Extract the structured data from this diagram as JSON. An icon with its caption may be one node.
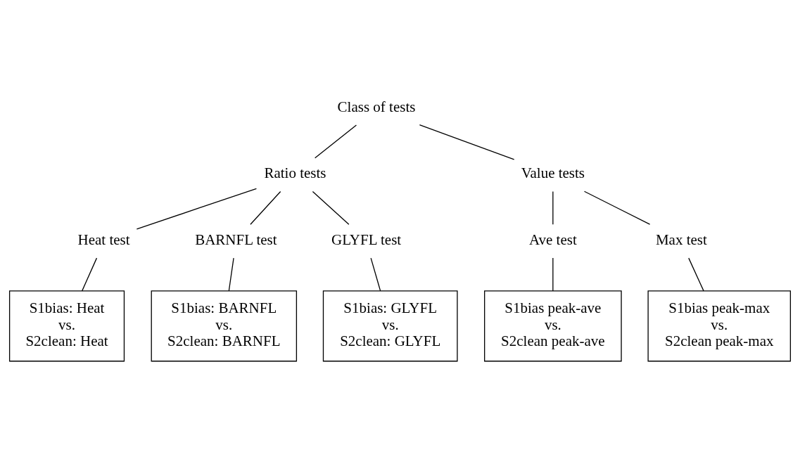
{
  "diagram": {
    "nodes": [
      {
        "text": [
          "Class of tests"
        ]
      },
      {
        "text": [
          "Ratio tests"
        ]
      },
      {
        "text": [
          "Value tests"
        ]
      },
      {
        "text": [
          "Heat test"
        ]
      },
      {
        "text": [
          "BARNFL test"
        ]
      },
      {
        "text": [
          "GLYFL test"
        ]
      },
      {
        "text": [
          "Ave test"
        ]
      },
      {
        "text": [
          "Max test"
        ]
      },
      {
        "text": [
          "S1bias: Heat vs. S2clean: Heat"
        ]
      },
      {
        "text": [
          "S1bias: BARNFL vs. S2clean: BARNFL"
        ]
      },
      {
        "text": [
          "S1bias: GLYFL vs. S2clean: GLYFL"
        ]
      },
      {
        "text": [
          "S1bias peak-ave vs. S2clean peak-ave"
        ]
      },
      {
        "text": [
          "S1bias peak-max vs. S2clean peak-max"
        ]
      }
    ],
    "edges": [
      {
        "from": 0,
        "to": 1,
        "arrow": "none"
      },
      {
        "from": 0,
        "to": 2,
        "arrow": "none"
      },
      {
        "from": 1,
        "to": 3,
        "arrow": "none"
      },
      {
        "from": 1,
        "to": 4,
        "arrow": "none"
      },
      {
        "from": 1,
        "to": 5,
        "arrow": "none"
      },
      {
        "from": 2,
        "to": 6,
        "arrow": "none"
      },
      {
        "from": 2,
        "to": 7,
        "arrow": "none"
      },
      {
        "from": 3,
        "to": 8,
        "arrow": "none"
      },
      {
        "from": 4,
        "to": 9,
        "arrow": "none"
      },
      {
        "from": 5,
        "to": 10,
        "arrow": "none"
      },
      {
        "from": 6,
        "to": 11,
        "arrow": "none"
      },
      {
        "from": 7,
        "to": 12,
        "arrow": "none"
      }
    ]
  }
}
